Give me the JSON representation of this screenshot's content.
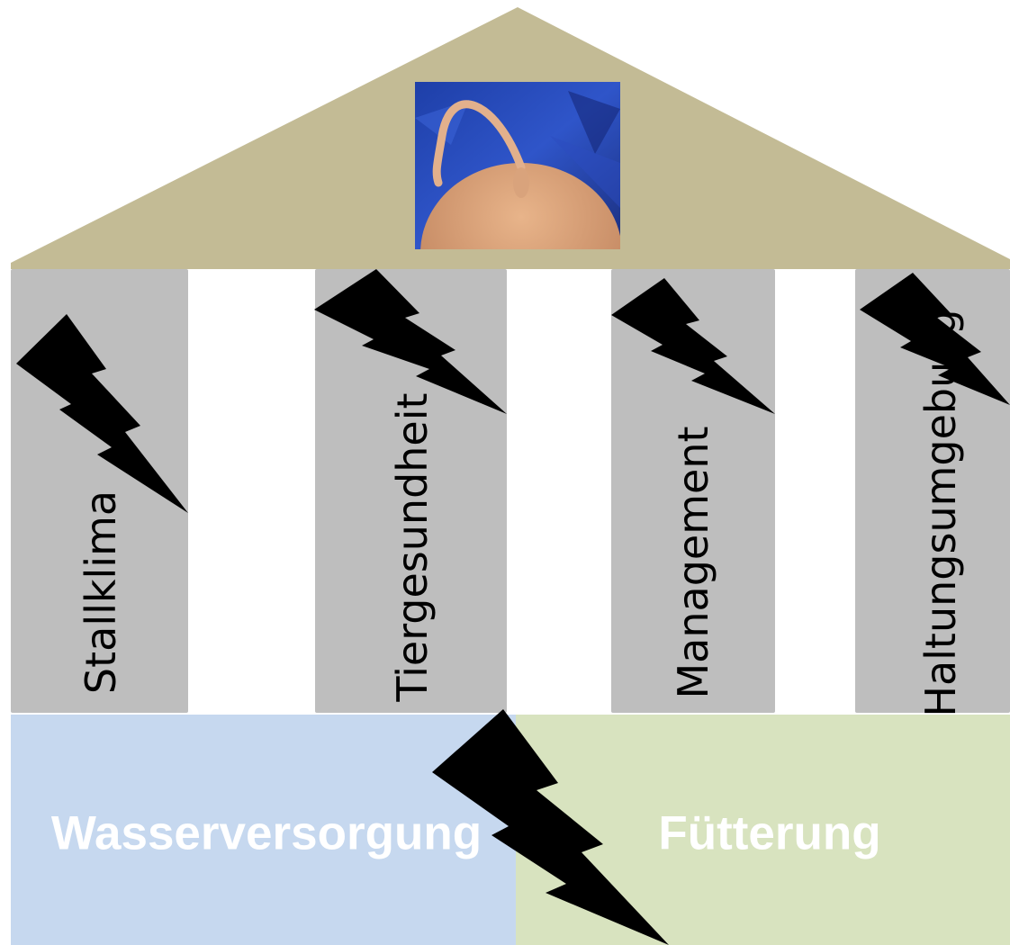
{
  "colors": {
    "roof": "#c3bb95",
    "pillar": "#bebebe",
    "water_base": "#c6d8ef",
    "feed_base": "#d8e3bf",
    "bolt": "#000000",
    "base_text": "#ffffff"
  },
  "roof": {
    "photo": {
      "icon": "pig-tail-photo"
    }
  },
  "pillars": [
    {
      "label": "Stallklima"
    },
    {
      "label": "Tiergesundheit"
    },
    {
      "label": "Management"
    },
    {
      "label": "Haltungsumgebung"
    }
  ],
  "base": {
    "left_label": "Wasserversorgung",
    "right_label": "Fütterung"
  },
  "icons": [
    "lightning-bolt-icon"
  ]
}
